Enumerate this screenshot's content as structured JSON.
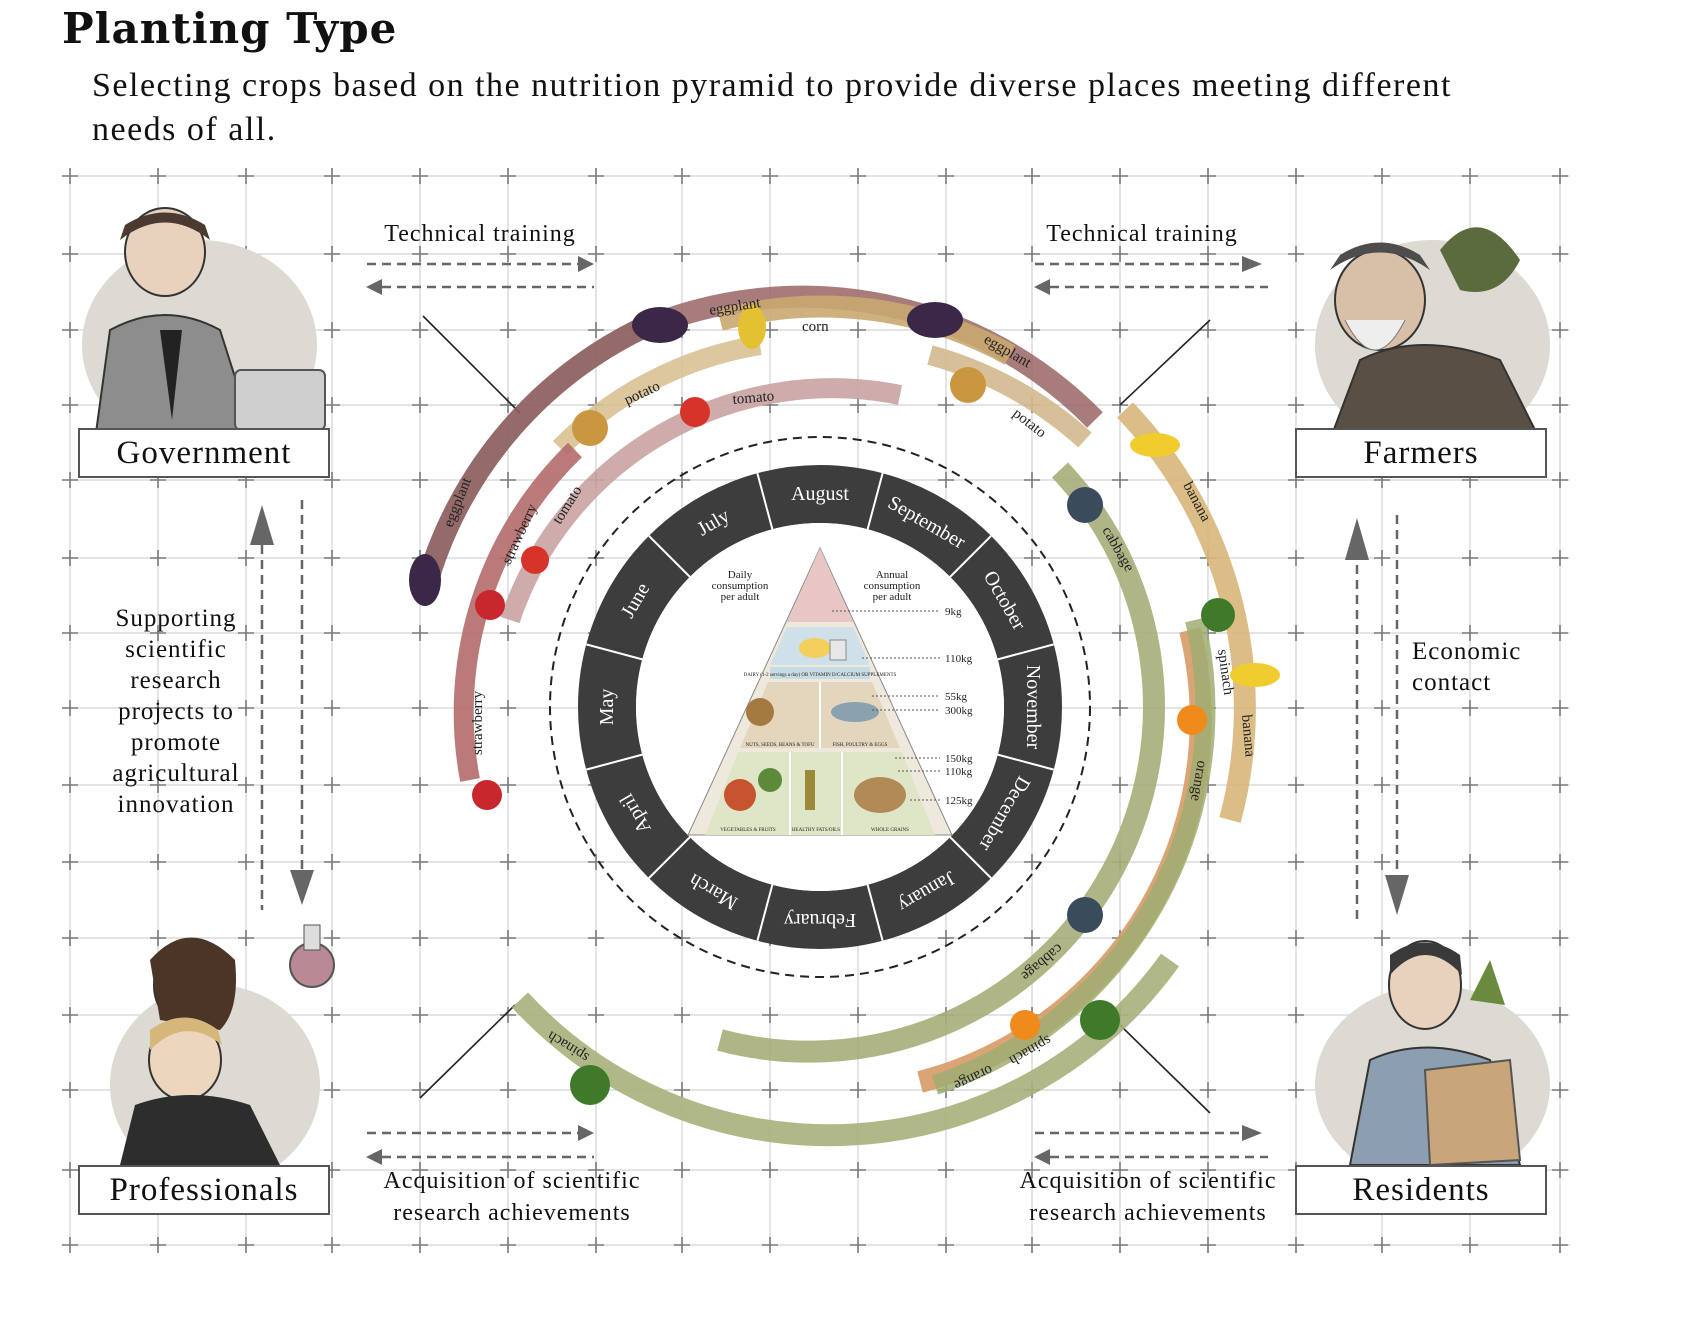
{
  "header": {
    "title": "Planting Type",
    "subtitle": "Selecting crops based on the nutrition pyramid to provide diverse places meeting different needs of all."
  },
  "actors": {
    "government": "Government",
    "farmers": "Farmers",
    "professionals": "Professionals",
    "residents": "Residents"
  },
  "flows": {
    "top_left": "Technical training",
    "top_right": "Technical training",
    "bottom_left": "Acquisition of scientific research achievements",
    "bottom_right": "Acquisition of scientific research achievements",
    "left": "Supporting scientific research projects to promote agricultural innovation",
    "right": "Economic contact"
  },
  "months": [
    "August",
    "September",
    "October",
    "November",
    "December",
    "January",
    "February",
    "March",
    "April",
    "May",
    "June",
    "July"
  ],
  "crop_labels": {
    "eggplant": "eggplant",
    "corn": "corn",
    "potato": "potato",
    "tomato": "tomato",
    "strawberry": "strawberry",
    "cabbage": "cabbage",
    "banana": "banana",
    "spinach": "spinach",
    "orange": "orange"
  },
  "pyramid": {
    "daily_label": "Daily consumption per adult",
    "annual_label": "Annual consumption per adult",
    "tiers": {
      "dairy": "DAIRY (1-2 servings a day) OR VITAMIN D/CALCIUM SUPPLEMENTS",
      "nuts": "NUTS, SEEDS, BEANS & TOFU",
      "fish": "FISH, POULTRY & EGGS",
      "veg": "VEGETABLES & FRUITS",
      "fats": "HEALTHY FATS/OILS",
      "grains": "WHOLE GRAINS"
    },
    "annual_values": [
      "9kg",
      "110kg",
      "55kg",
      "300kg",
      "150kg",
      "110kg",
      "125kg"
    ]
  },
  "colors": {
    "eggplant_band": "#8a5a5a",
    "corn_band": "#c9a870",
    "tomato_band": "#c9a3a3",
    "cabbage_band": "#a6ad78",
    "banana_band": "#d8b679",
    "orange_band": "#d69a66",
    "month_ring": "#3d3d3d",
    "grid": "#c8c8c8"
  }
}
